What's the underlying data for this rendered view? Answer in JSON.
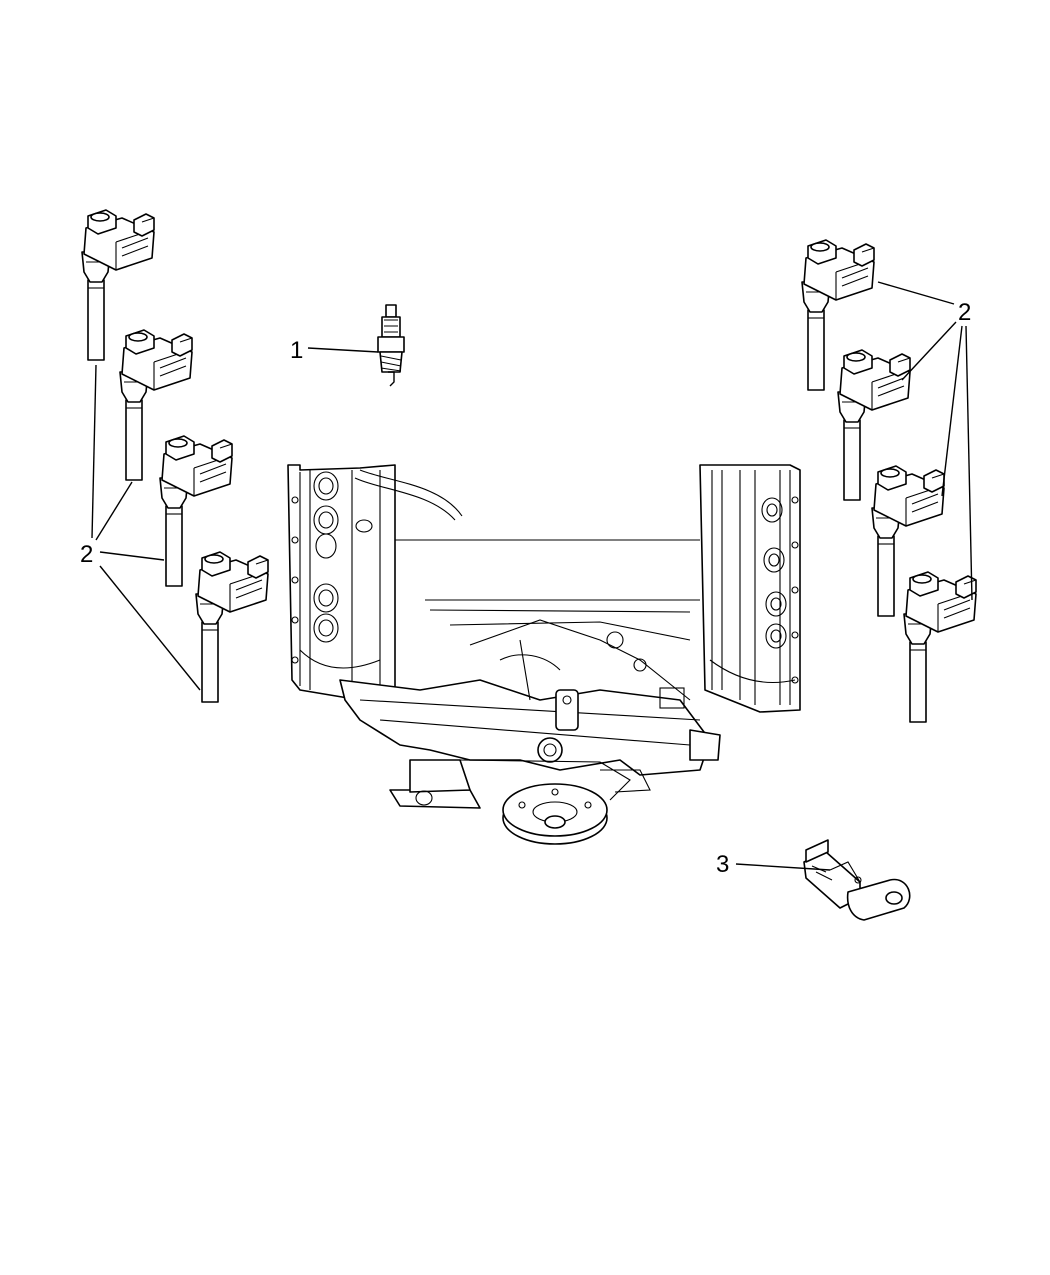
{
  "figure": {
    "background": "#ffffff",
    "line_color": "#000000"
  },
  "callouts": {
    "spark_plug": "1",
    "coils_left": "2",
    "coils_right": "2",
    "sensor": "3"
  },
  "parts": [
    {
      "callout": "1",
      "kind": "spark-plug",
      "count": 1
    },
    {
      "callout": "2",
      "kind": "ignition-coil",
      "count": 8
    },
    {
      "callout": "3",
      "kind": "sensor",
      "count": 1
    }
  ]
}
